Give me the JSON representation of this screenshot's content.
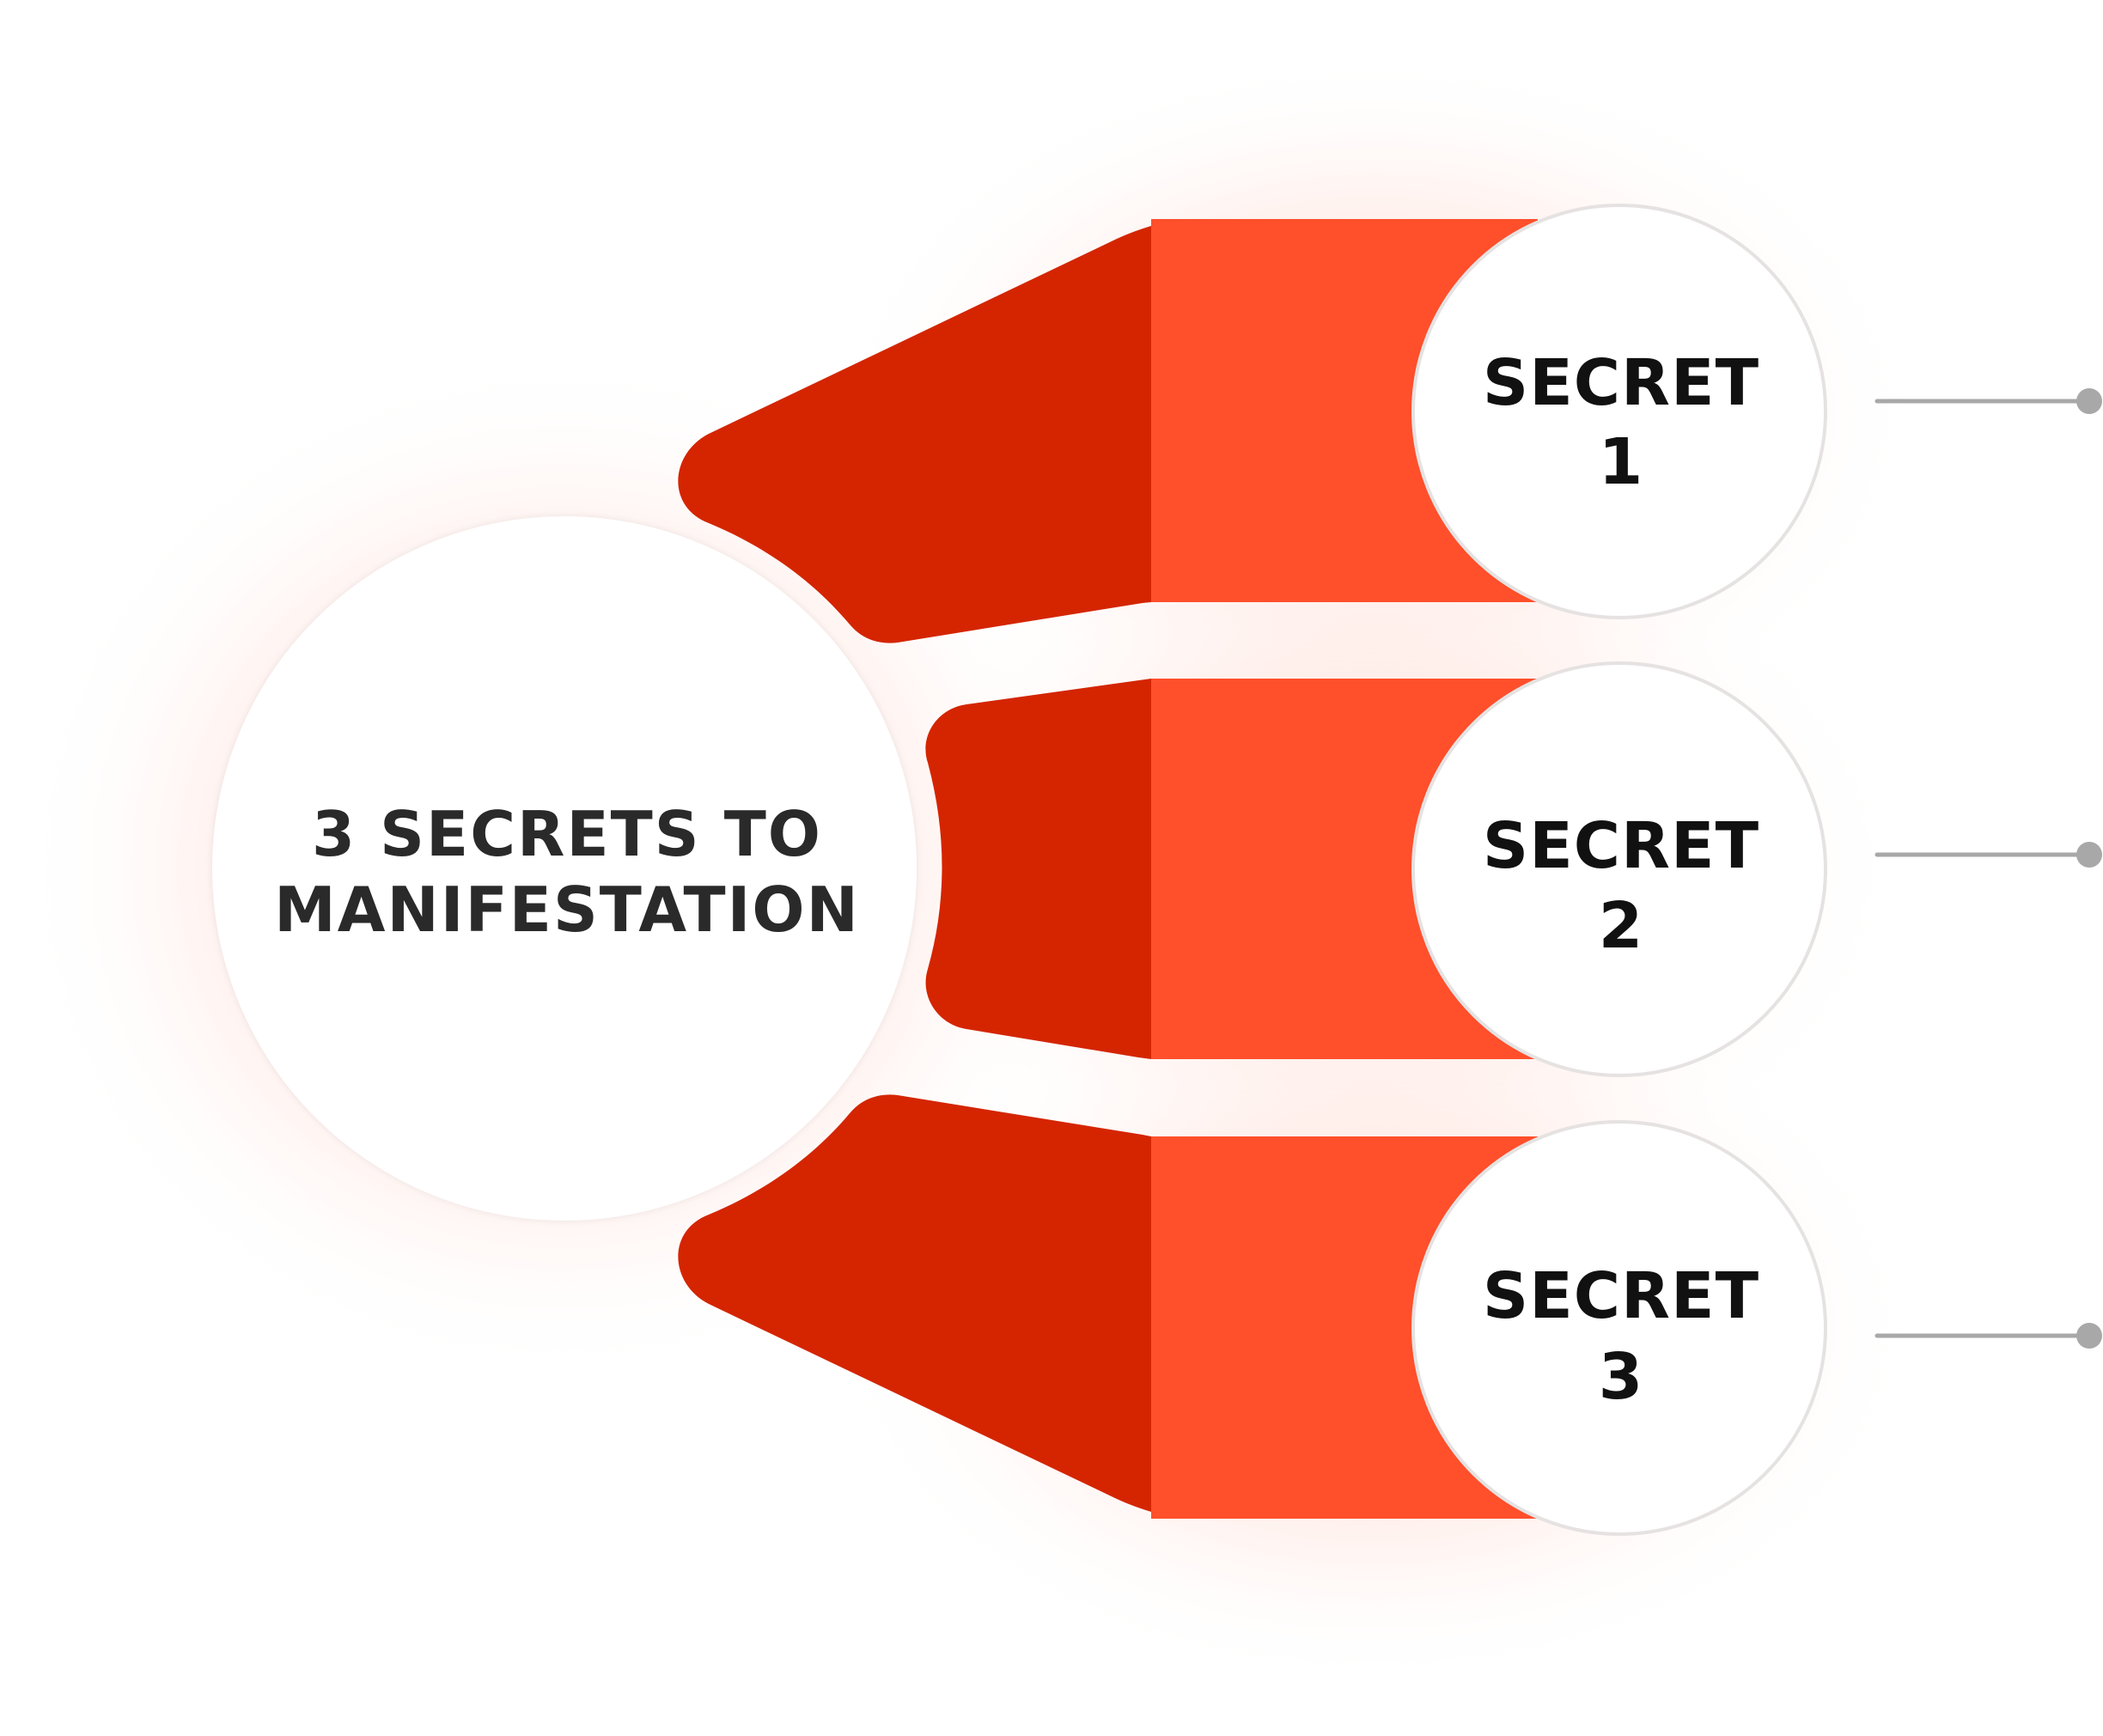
{
  "center": {
    "line1": "3 SECRETS TO",
    "line2": "MANIFESTATION"
  },
  "secrets": [
    {
      "line1": "SECRET",
      "line2": "1"
    },
    {
      "line1": "SECRET",
      "line2": "2"
    },
    {
      "line1": "SECRET",
      "line2": "3"
    }
  ],
  "colors": {
    "arm_dark": "#d42500",
    "arm_light": "#ff4f2b",
    "glow": "#ffd7cf",
    "connector": "#a8a8a8",
    "circle_stroke": "#e6e2e2",
    "center_text": "#2a2a2a",
    "secret_text": "#111111"
  }
}
